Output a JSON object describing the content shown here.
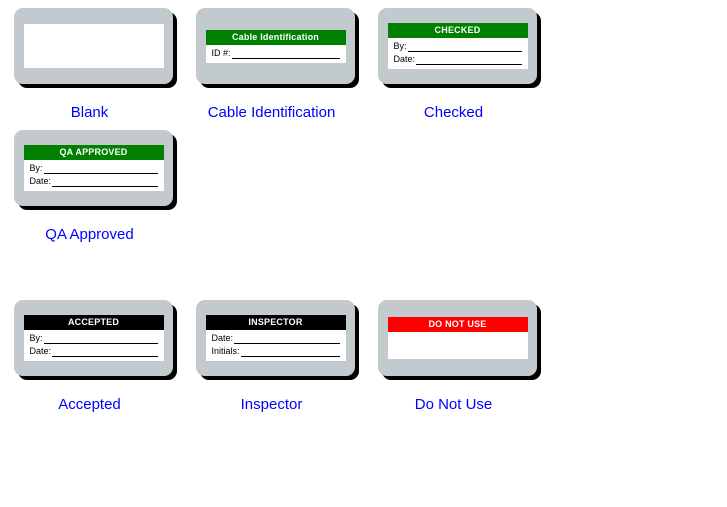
{
  "page": {
    "background_color": "#ffffff",
    "caption_color": "#0000ff",
    "card_color": "#c2cacd",
    "shadow_color": "#000000"
  },
  "labels": [
    {
      "id": "blank",
      "caption": "Blank",
      "header": {
        "text": "",
        "bg": "",
        "visible": false
      },
      "body_type": "blank",
      "fields": []
    },
    {
      "id": "cable-identification",
      "caption": "Cable Identification",
      "header": {
        "text": "Cable Identification",
        "bg": "#008000",
        "visible": true
      },
      "body_type": "fields",
      "fields": [
        {
          "label": "ID #:"
        }
      ]
    },
    {
      "id": "checked",
      "caption": "Checked",
      "header": {
        "text": "CHECKED",
        "bg": "#008000",
        "visible": true
      },
      "body_type": "fields",
      "fields": [
        {
          "label": "By:"
        },
        {
          "label": "Date:"
        }
      ]
    },
    {
      "id": "qa-approved",
      "caption": "QA Approved",
      "header": {
        "text": "QA APPROVED",
        "bg": "#008000",
        "visible": true
      },
      "body_type": "fields",
      "fields": [
        {
          "label": "By:"
        },
        {
          "label": "Date:"
        }
      ]
    },
    {
      "id": "accepted",
      "caption": "Accepted",
      "header": {
        "text": "ACCEPTED",
        "bg": "#000000",
        "visible": true
      },
      "body_type": "fields",
      "fields": [
        {
          "label": "By:"
        },
        {
          "label": "Date:"
        }
      ]
    },
    {
      "id": "inspector",
      "caption": "Inspector",
      "header": {
        "text": "INSPECTOR",
        "bg": "#000000",
        "visible": true
      },
      "body_type": "fields",
      "fields": [
        {
          "label": "Date:"
        },
        {
          "label": "Initials:"
        }
      ]
    },
    {
      "id": "do-not-use",
      "caption": "Do Not Use",
      "header": {
        "text": "DO NOT USE",
        "bg": "#ff0000",
        "visible": true
      },
      "body_type": "empty",
      "fields": []
    }
  ]
}
